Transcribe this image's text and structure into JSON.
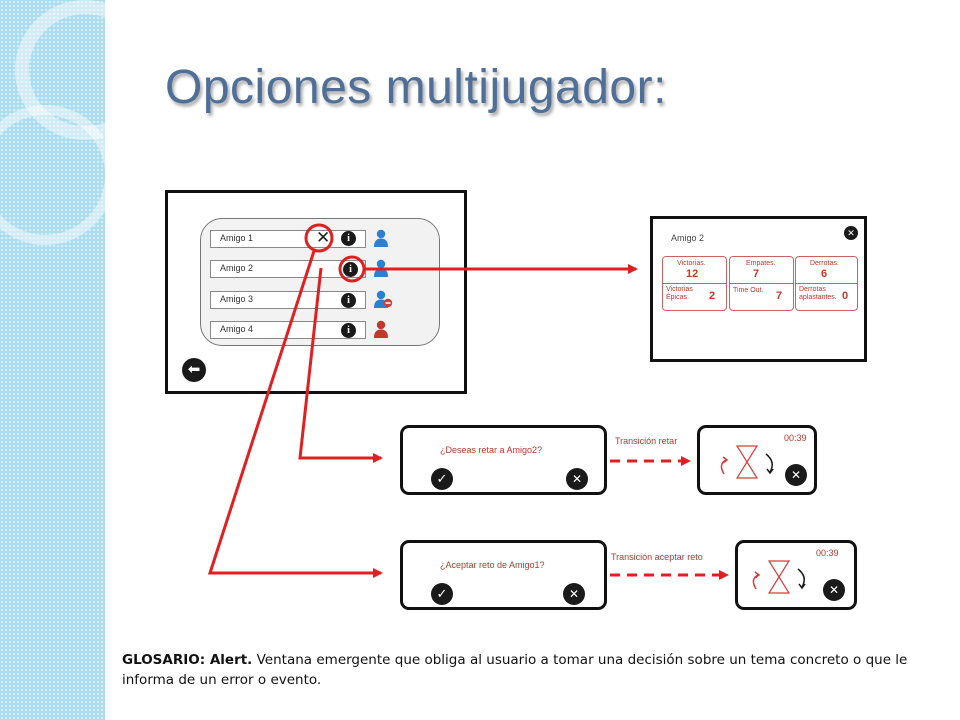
{
  "slide": {
    "title": "Opciones multijugador:"
  },
  "friends": [
    {
      "name": "Amigo 1",
      "status": "blue"
    },
    {
      "name": "Amigo 2",
      "status": "blue"
    },
    {
      "name": "Amigo 3",
      "status": "blue-remove"
    },
    {
      "name": "Amigo 4",
      "status": "red"
    }
  ],
  "stats": {
    "title": "Amigo 2",
    "victorias_label": "Victorias.",
    "victorias": "12",
    "victorias_epicas_label": "Victorias Épicas.",
    "victorias_epicas": "2",
    "empates_label": "Empates.",
    "empates": "7",
    "timeout_label": "Time Out.",
    "timeout": "7",
    "derrotas_label": "Derrotas.",
    "derrotas": "6",
    "derrotas_apl_label": "Derrotas aplastantes.",
    "derrotas_apl": "0"
  },
  "challenge_alert": {
    "text": "¿Deseas retar a Amigo2?"
  },
  "accept_alert": {
    "text": "¿Aceptar reto de Amigo1?"
  },
  "transitions": {
    "retar": "Transición retar",
    "aceptar": "Transición aceptar reto"
  },
  "timers": {
    "retar": "00:39",
    "aceptar": "00:39"
  },
  "glossary": {
    "term": "GLOSARIO: Alert.",
    "definition": "Ventana emergente que obliga al usuario a tomar una decisión sobre un tema concreto o que le informa de un error o evento."
  },
  "colors": {
    "accent_red": "#e02020",
    "title_blue": "#4f6f98",
    "sidebar": "#a9dbef"
  },
  "icons": [
    "info-icon",
    "person-icon",
    "back-arrow-icon",
    "close-icon",
    "check-icon",
    "hourglass-icon"
  ]
}
